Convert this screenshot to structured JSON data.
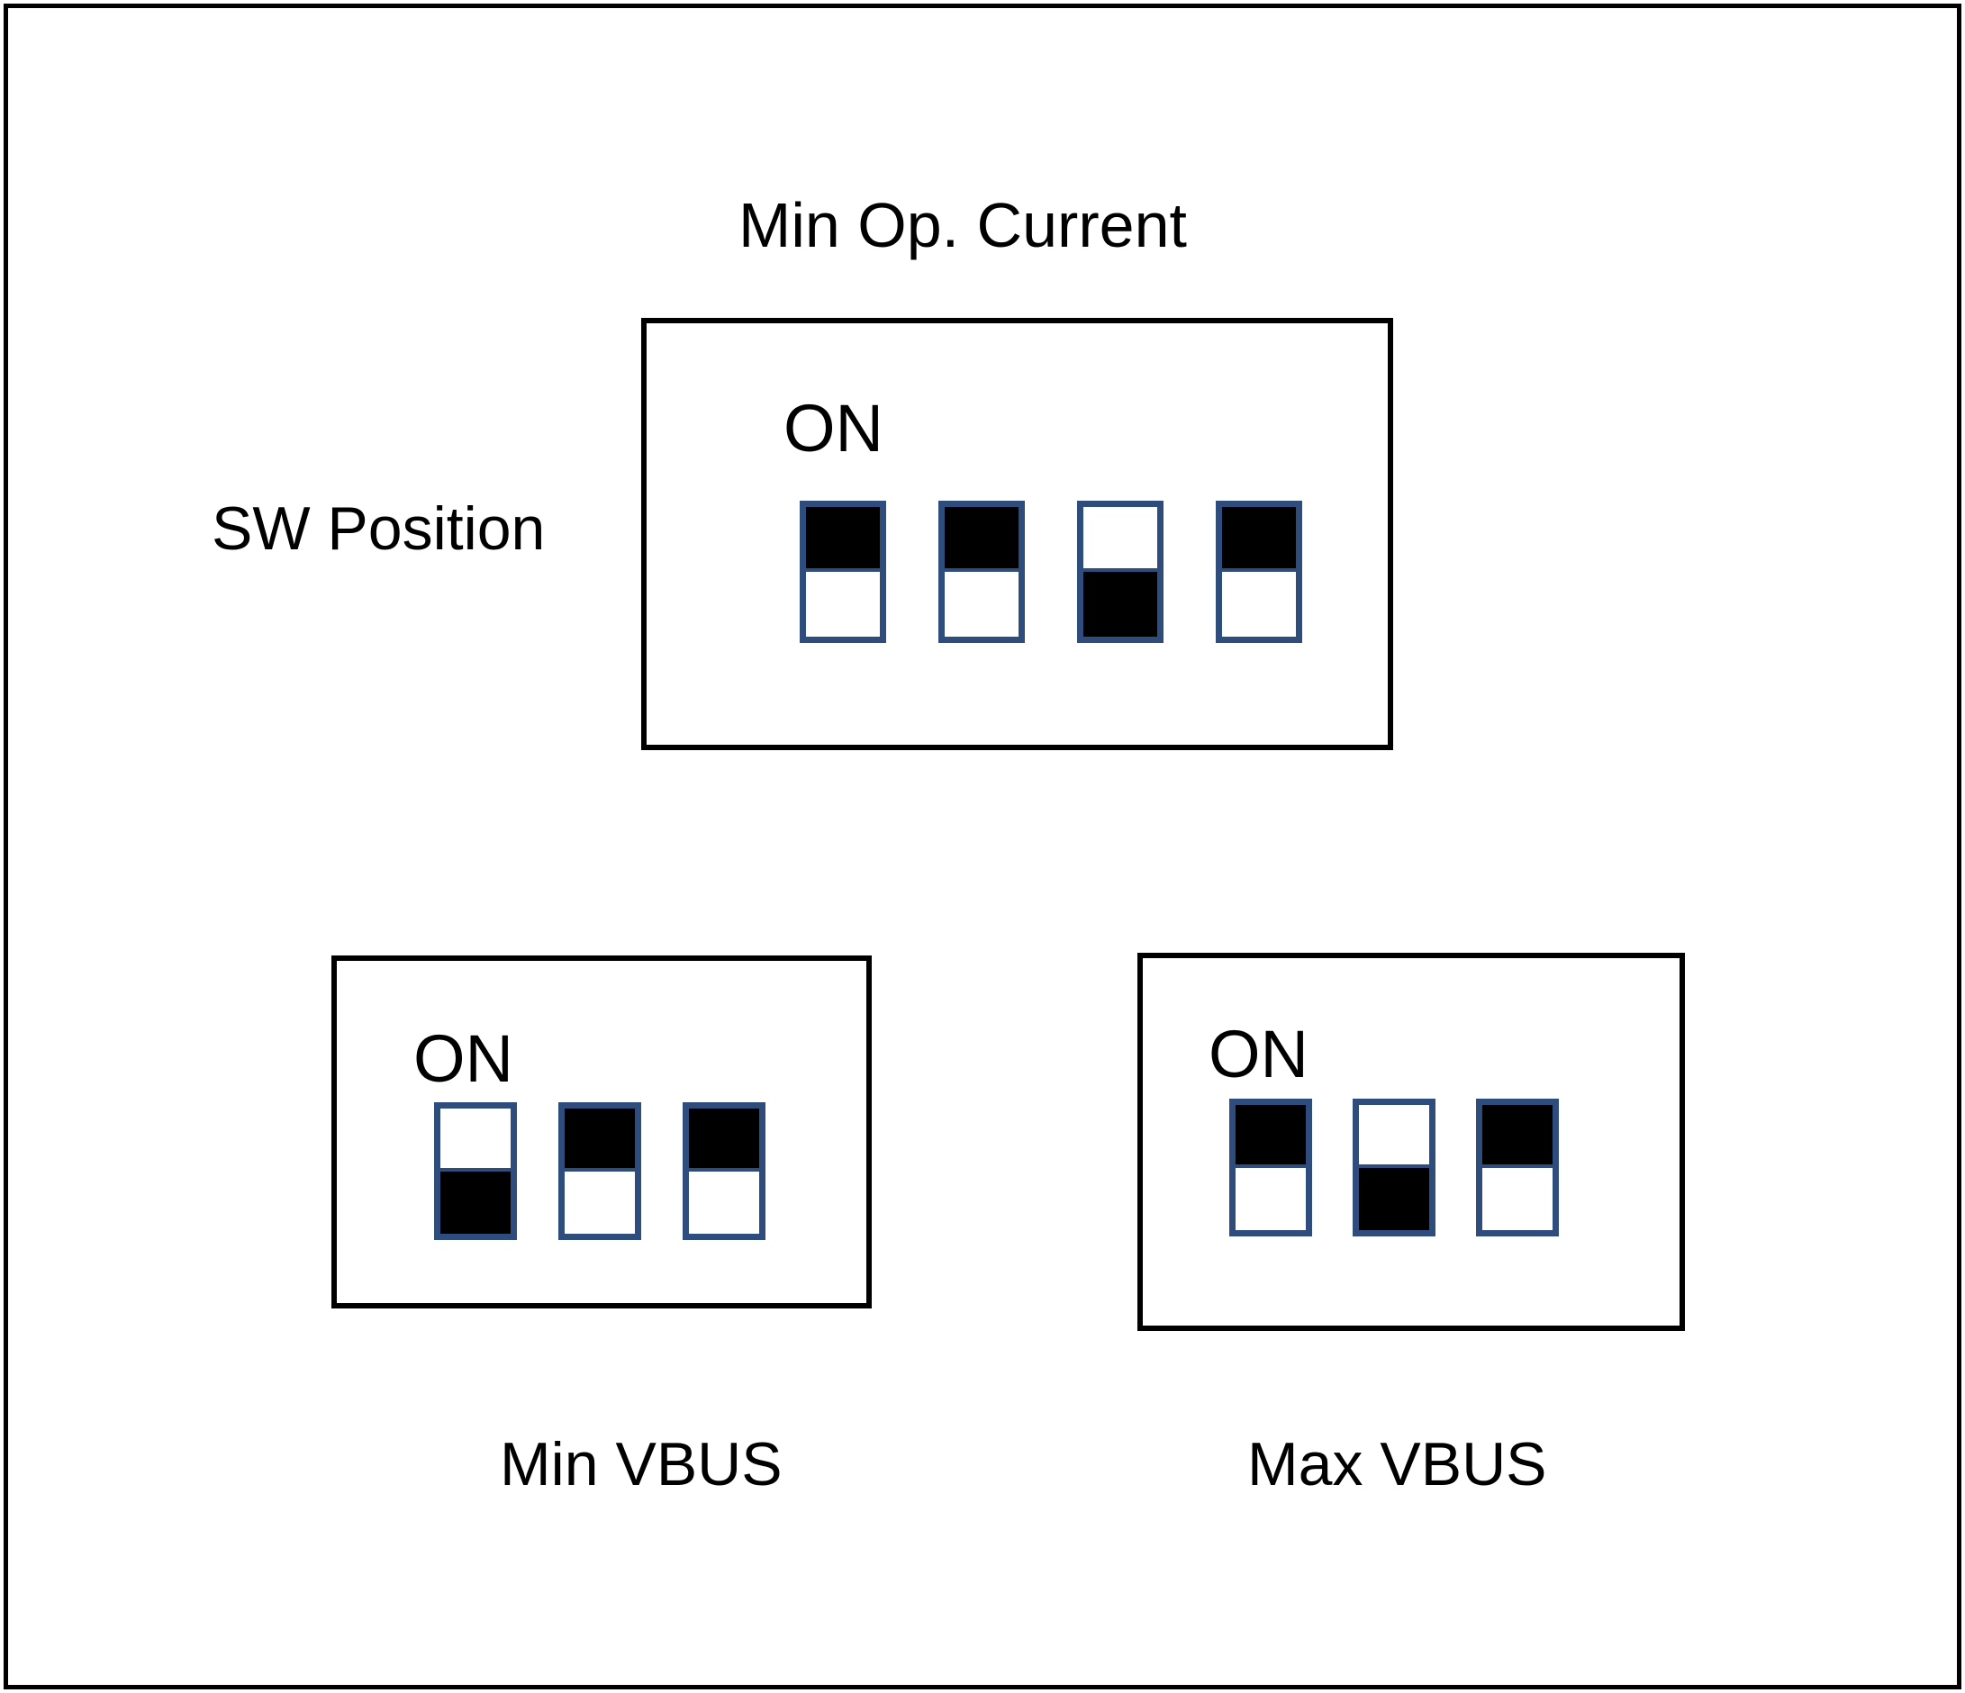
{
  "figure": {
    "title": "Min Op. Current",
    "row_label": "SW Position",
    "on_label": "ON",
    "accent_color": "#2f4d7c",
    "fill_color": "#000000",
    "frame_color": "#000000",
    "background_color": "#ffffff"
  },
  "blocks": [
    {
      "id": "min-op-current",
      "caption_above": "Min Op. Current",
      "on_label": "ON",
      "switch_count": 4,
      "switches": [
        {
          "index": 1,
          "position": "on",
          "top_filled": true,
          "bottom_filled": false
        },
        {
          "index": 2,
          "position": "on",
          "top_filled": true,
          "bottom_filled": false
        },
        {
          "index": 3,
          "position": "off",
          "top_filled": false,
          "bottom_filled": true
        },
        {
          "index": 4,
          "position": "on",
          "top_filled": true,
          "bottom_filled": false
        }
      ]
    },
    {
      "id": "min-vbus",
      "caption_below": "Min VBUS",
      "on_label": "ON",
      "switch_count": 3,
      "switches": [
        {
          "index": 1,
          "position": "off",
          "top_filled": false,
          "bottom_filled": true
        },
        {
          "index": 2,
          "position": "on",
          "top_filled": true,
          "bottom_filled": false
        },
        {
          "index": 3,
          "position": "on",
          "top_filled": true,
          "bottom_filled": false
        }
      ]
    },
    {
      "id": "max-vbus",
      "caption_below": "Max VBUS",
      "on_label": "ON",
      "switch_count": 3,
      "switches": [
        {
          "index": 1,
          "position": "on",
          "top_filled": true,
          "bottom_filled": false
        },
        {
          "index": 2,
          "position": "off",
          "top_filled": false,
          "bottom_filled": true
        },
        {
          "index": 3,
          "position": "on",
          "top_filled": true,
          "bottom_filled": false
        }
      ]
    }
  ]
}
